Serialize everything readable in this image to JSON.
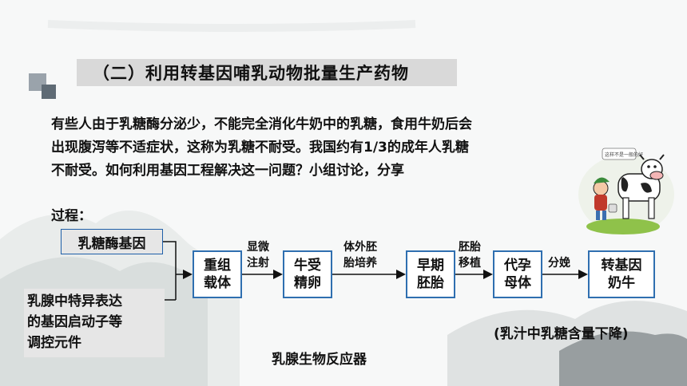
{
  "section_title": "（二）利用转基因哺乳动物批量生产药物",
  "intro_lines": [
    "有些人由于乳糖酶分泌少，不能完全消化牛奶中的乳糖，食用牛奶后会",
    "出现腹泻等不适症状，这称为乳糖不耐受。我国约有1/3的成年人乳糖",
    "不耐受。如何利用基因工程解决这一问题？小组讨论，分享"
  ],
  "process_label": "过程：",
  "gene_box": "乳糖酶基因",
  "promoter_box": [
    "乳腺中特异表达",
    "的基因启动子等",
    "调控元件"
  ],
  "nodes": [
    [
      "重组",
      "载体"
    ],
    [
      "牛受",
      "精卵"
    ],
    [
      "早期",
      "胚胎"
    ],
    [
      "代孕",
      "母体"
    ],
    [
      "转基因",
      "奶牛"
    ]
  ],
  "edge_labels": [
    [
      "显微",
      "注射"
    ],
    [
      "体外胚",
      "胎培养"
    ],
    [
      "胚胎",
      "移植"
    ],
    [
      "分娩"
    ]
  ],
  "result_note": "(乳汁中乳糖含量下降)",
  "bioreactor_label": "乳腺生物反应器",
  "colors": {
    "node_border": "#2f6fb0",
    "box_fill": "#e6e6e6",
    "title_fill": "#d9d9d9"
  }
}
